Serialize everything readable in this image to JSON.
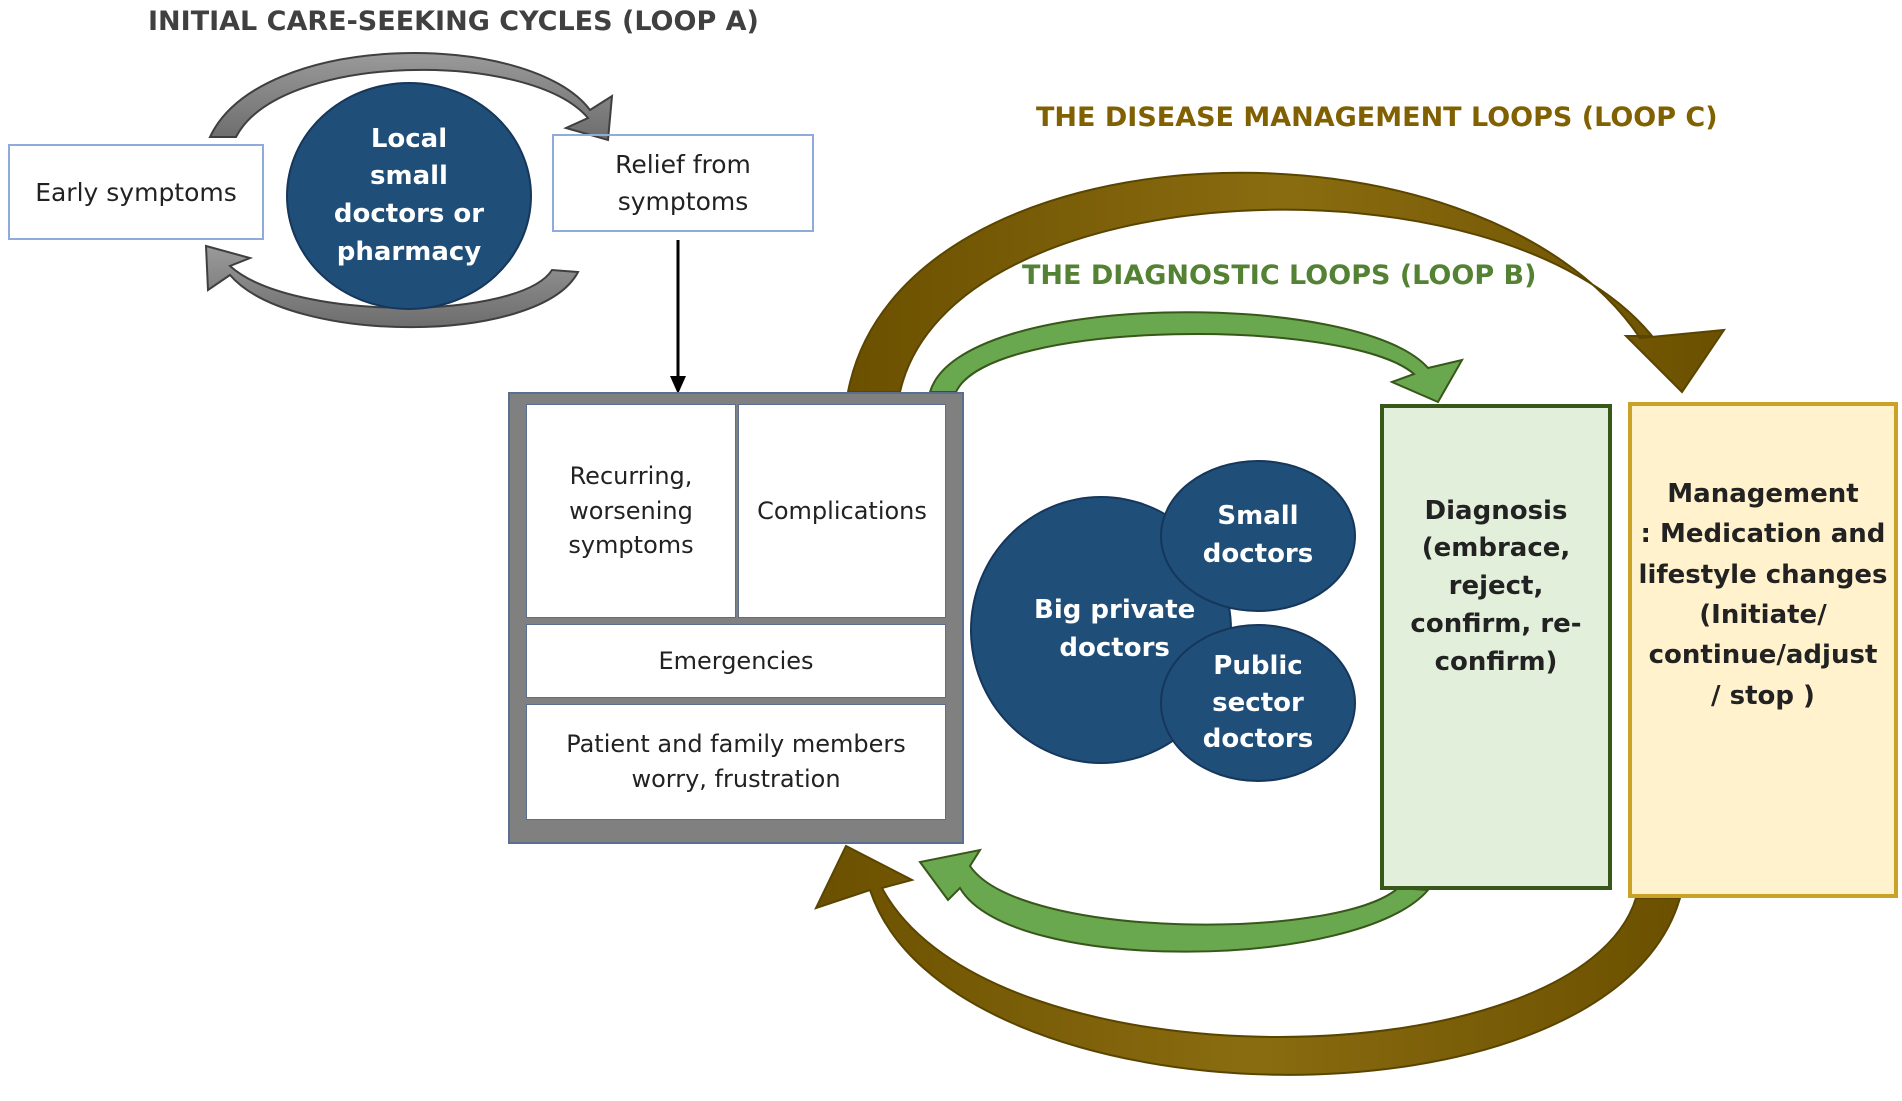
{
  "titles": {
    "loop_a": "INITIAL CARE-SEEKING CYCLES (LOOP A)",
    "loop_c": "THE DISEASE MANAGEMENT LOOPS (LOOP C)",
    "loop_b": "THE DIAGNOSTIC LOOPS (LOOP B)"
  },
  "loop_a": {
    "early_symptoms": "Early symptoms",
    "local_doctors": [
      "Local",
      "small",
      "doctors or",
      "pharmacy"
    ],
    "relief": [
      "Relief from",
      "symptoms"
    ]
  },
  "problems": {
    "recurring": [
      "Recurring,",
      "worsening",
      "symptoms"
    ],
    "complications": "Complications",
    "emergencies": "Emergencies",
    "worry": [
      "Patient and family members",
      "worry, frustration"
    ]
  },
  "providers": {
    "big_private": [
      "Big private",
      "doctors"
    ],
    "small_doctors": [
      "Small",
      "doctors"
    ],
    "public_sector": [
      "Public",
      "sector",
      "doctors"
    ]
  },
  "diagnosis": [
    "Diagnosis",
    "(embrace,",
    "reject,",
    "confirm, re-",
    "confirm)"
  ],
  "management": [
    "Management",
    ": Medication and",
    "lifestyle changes",
    "(Initiate/",
    "continue/adjust",
    "/ stop )"
  ],
  "colors": {
    "loop_a_gray": "#7f7f7f",
    "loop_a_title": "#404040",
    "loop_b_green": "#548235",
    "loop_c_olive": "#7f6000",
    "loop_c_title": "#806000",
    "navy": "#1f4e79",
    "diagnosis_fill": "#e2efda",
    "management_fill": "#fff2cc"
  }
}
